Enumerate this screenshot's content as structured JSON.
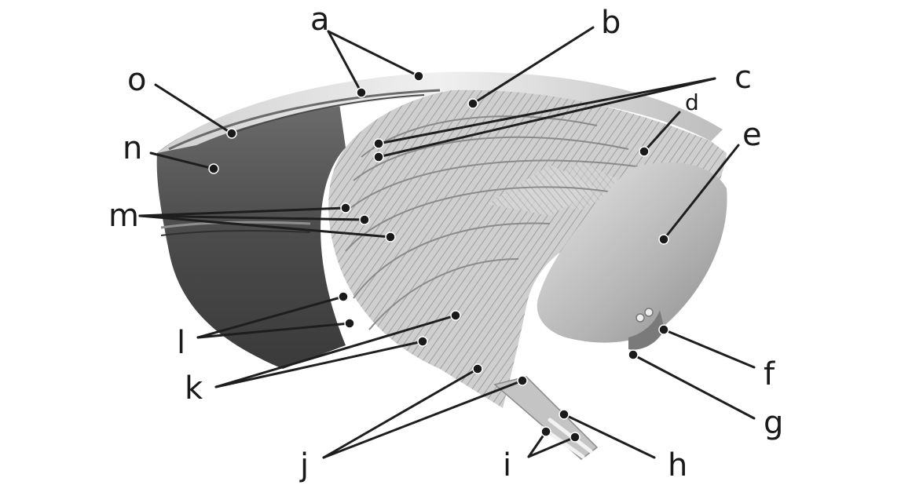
{
  "labels": {
    "a": "a",
    "b": "b",
    "c": "c",
    "d": "d",
    "e": "e",
    "f": "f",
    "g": "g",
    "h": "h",
    "i": "i",
    "j": "j",
    "k": "k",
    "l": "l",
    "m": "m",
    "n": "n",
    "o": "o"
  },
  "colors": {
    "tread": "#8a8a8a",
    "tread_light": "#d8d8d8",
    "sidewall": "#5c5c5c",
    "ply": "#c9c9c9",
    "liner": "#9a9a9a",
    "ink": "#1a1a1a"
  },
  "illustration": "tire-cutaway"
}
